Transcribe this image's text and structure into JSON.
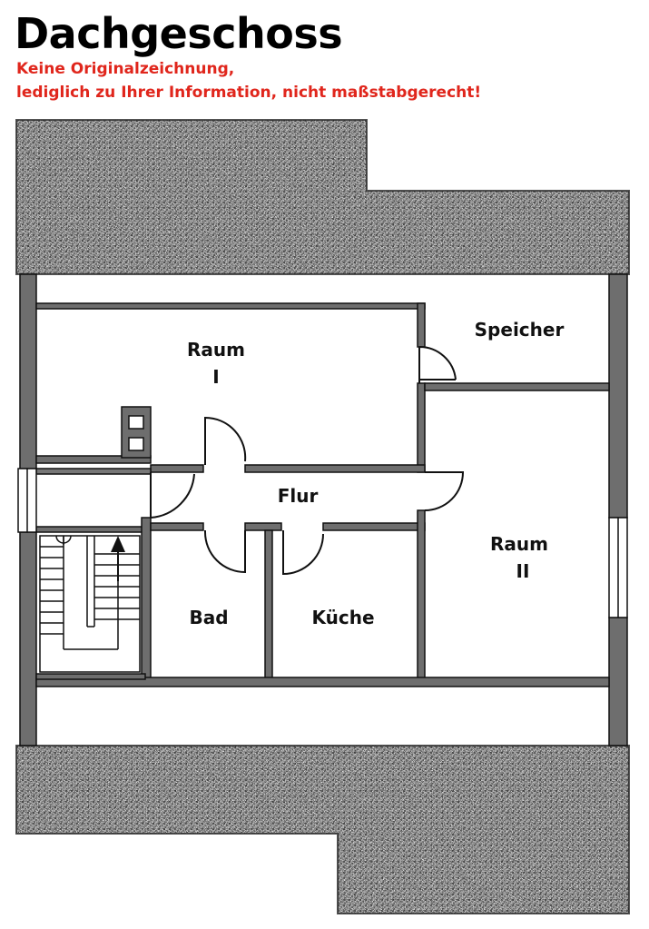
{
  "header": {
    "title": "Dachgeschoss",
    "subtitle_line1": "Keine Originalzeichnung,",
    "subtitle_line2": "lediglich zu Ihrer Information, nicht maßstabgerecht!"
  },
  "rooms": {
    "raum1_line1": "Raum",
    "raum1_line2": "I",
    "speicher": "Speicher",
    "flur": "Flur",
    "raum2_line1": "Raum",
    "raum2_line2": "II",
    "bad": "Bad",
    "kueche": "Küche"
  },
  "colors": {
    "title": "#000000",
    "subtitle": "#e0261c",
    "wall": "#6e6e6e",
    "roof_fill": "#cfcfcf"
  }
}
